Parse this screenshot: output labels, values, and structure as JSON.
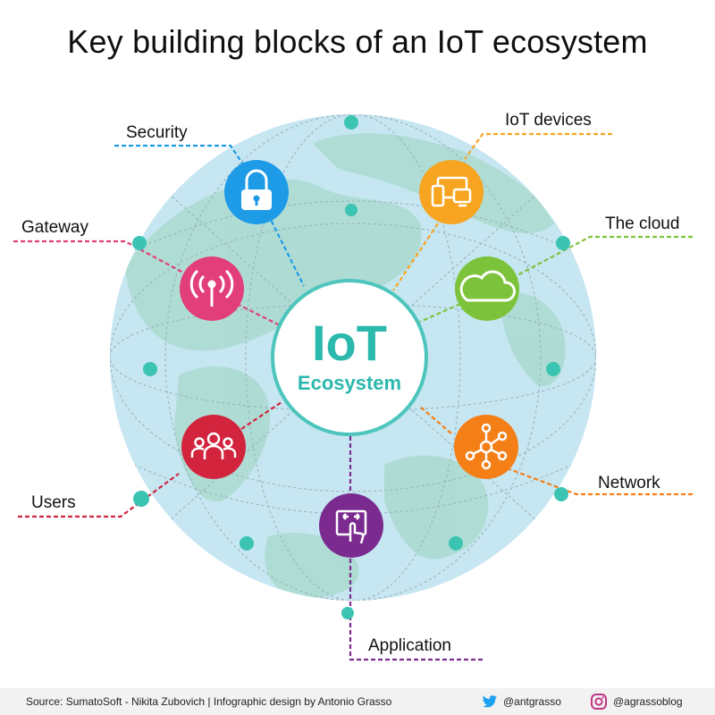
{
  "title": "Key building blocks of an IoT ecosystem",
  "center": {
    "line1": "IoT",
    "line2": "Ecosystem"
  },
  "blocks": [
    {
      "key": "security",
      "label": "Security",
      "color": "#1e9be6",
      "icon": "lock-icon"
    },
    {
      "key": "iot-devices",
      "label": "IoT devices",
      "color": "#f7a521",
      "icon": "devices-icon"
    },
    {
      "key": "gateway",
      "label": "Gateway",
      "color": "#e23e79",
      "icon": "antenna-icon"
    },
    {
      "key": "the-cloud",
      "label": "The cloud",
      "color": "#7cc33b",
      "icon": "cloud-icon"
    },
    {
      "key": "users",
      "label": "Users",
      "color": "#d3243d",
      "icon": "users-icon"
    },
    {
      "key": "network",
      "label": "Network",
      "color": "#f57f17",
      "icon": "network-icon"
    },
    {
      "key": "application",
      "label": "Application",
      "color": "#7b2a8f",
      "icon": "touch-screen-icon"
    }
  ],
  "colors": {
    "globe": "#c6e6f2",
    "land": "#a7d9ca",
    "node": "#3cc4b3",
    "center_accent": "#2bb8ad"
  },
  "footer": {
    "source": "Source: SumatoSoft - Nikita Zubovich | Infographic design by Antonio Grasso",
    "twitter": "@antgrasso",
    "instagram": "@agrassoblog"
  }
}
